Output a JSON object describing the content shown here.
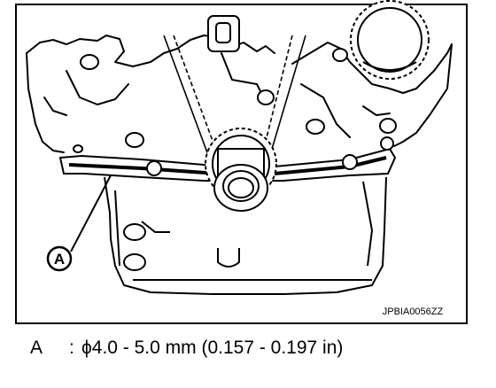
{
  "figure": {
    "callout": "A",
    "reference_code": "JPBIA0056ZZ"
  },
  "legend": {
    "key": "A",
    "separator": ":",
    "text": "ϕ4.0  - 5.0 mm (0.157 - 0.197 in)"
  }
}
